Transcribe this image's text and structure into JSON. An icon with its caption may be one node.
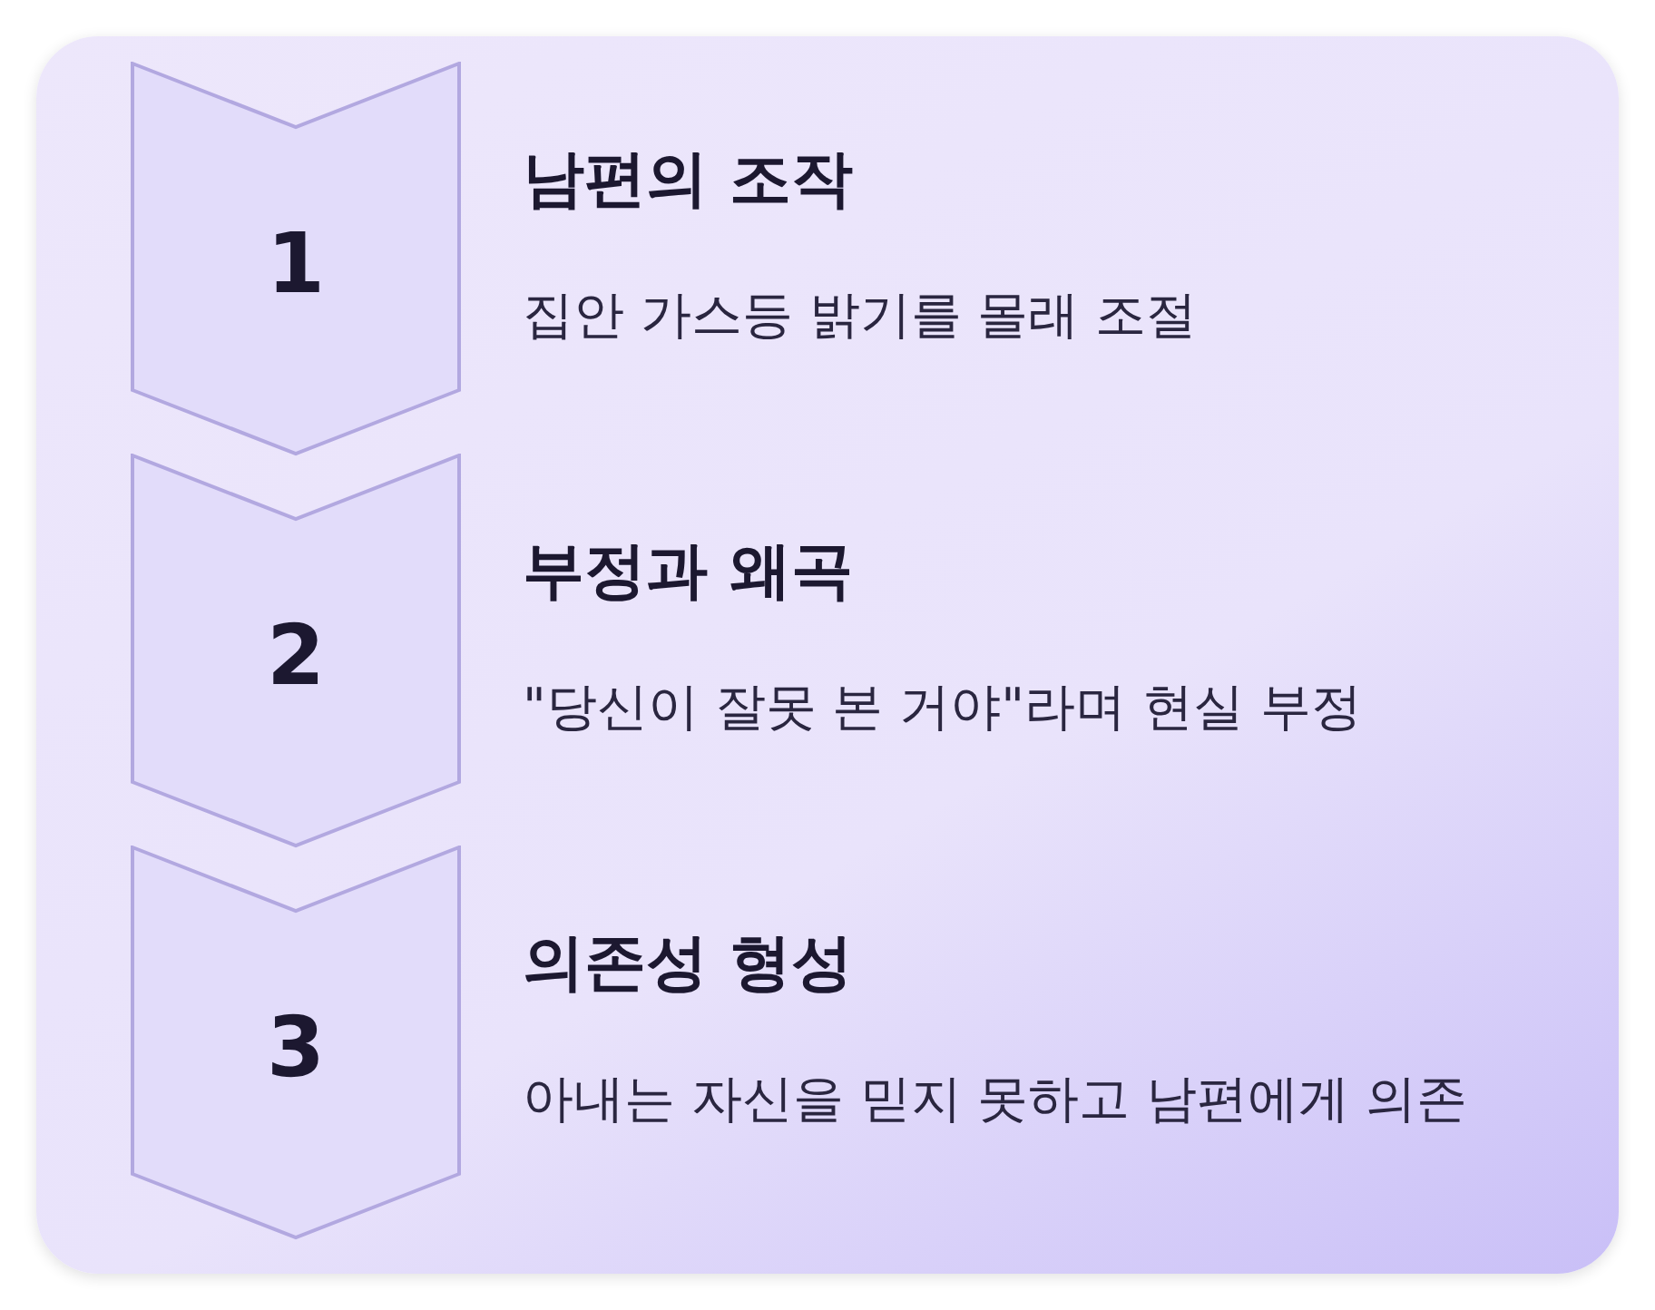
{
  "diagram": {
    "nodes": [
      {
        "text": [
          "1"
        ],
        "beside": [
          "남편의 조작",
          "집안 가스등 밝기를 몰래 조절"
        ]
      },
      {
        "text": [
          "2"
        ],
        "beside": [
          "부정과 왜곡",
          "\"당신이 잘못 본 거야\"라며 현실 부정"
        ]
      },
      {
        "text": [
          "3"
        ],
        "beside": [
          "의존성 형성",
          "아내는 자신을 믿지 못하고 남편에게 의존"
        ]
      }
    ]
  }
}
